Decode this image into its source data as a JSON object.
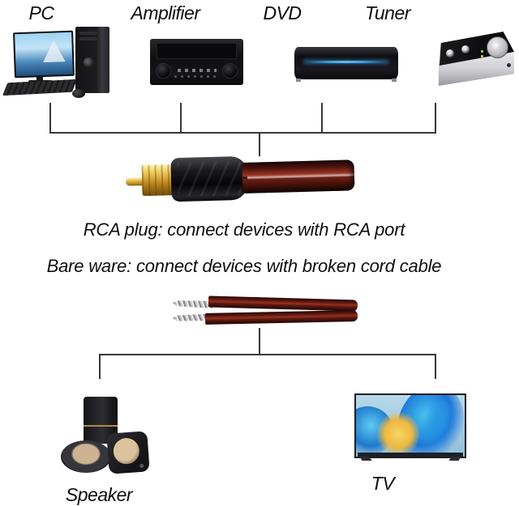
{
  "top_devices": [
    {
      "id": "pc",
      "label": "PC"
    },
    {
      "id": "amplifier",
      "label": "Amplifier"
    },
    {
      "id": "dvd",
      "label": "DVD"
    },
    {
      "id": "tuner",
      "label": "Tuner"
    }
  ],
  "cables": [
    {
      "id": "rca-plug",
      "caption": "RCA plug: connect devices with RCA port"
    },
    {
      "id": "bare-wire",
      "caption": "Bare ware: connect devices with broken cord cable"
    }
  ],
  "bottom_devices": [
    {
      "id": "speaker",
      "label": "Speaker"
    },
    {
      "id": "tv",
      "label": "TV"
    }
  ],
  "colors": {
    "background": "#ffffff",
    "text": "#0d0d0d",
    "connector_line": "#383838",
    "cable_red": "#6e1f13",
    "cable_highlight": "#9b3523",
    "plug_gold": "#ecc253",
    "plug_black": "#141416",
    "bare_wire_silver": "#c4c4c8",
    "dvd_glow_blue": "#3f9fe0",
    "tv_screen_blue": "#a9cfe3",
    "tv_art_yellow": "#eeb83e",
    "speaker_driver_tan": "#cdb392"
  }
}
